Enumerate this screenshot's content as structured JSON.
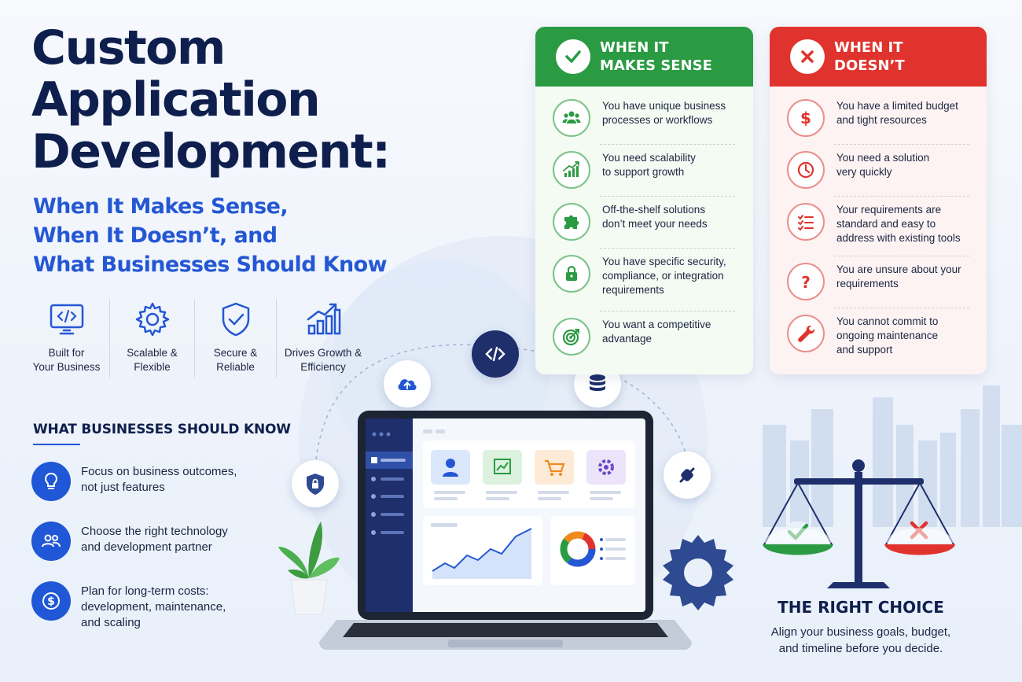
{
  "title": {
    "line1": "Custom",
    "line2": "Application",
    "line3": "Development:"
  },
  "subtitle": {
    "line1": "When It Makes Sense,",
    "line2": "When It Doesn’t, and",
    "line3": "What Businesses Should Know"
  },
  "features": [
    {
      "icon": "code-monitor-icon",
      "label_l1": "Built for",
      "label_l2": "Your Business"
    },
    {
      "icon": "gear-icon",
      "label_l1": "Scalable &",
      "label_l2": "Flexible"
    },
    {
      "icon": "shield-check-icon",
      "label_l1": "Secure &",
      "label_l2": "Reliable"
    },
    {
      "icon": "growth-chart-icon",
      "label_l1": "Drives Growth &",
      "label_l2": "Efficiency"
    }
  ],
  "know": {
    "heading": "WHAT BUSINESSES SHOULD KNOW",
    "items": [
      {
        "icon": "lightbulb-icon",
        "l1": "Focus on business outcomes,",
        "l2": "not just features",
        "l3": ""
      },
      {
        "icon": "people-icon",
        "l1": "Choose the right technology",
        "l2": "and development partner",
        "l3": ""
      },
      {
        "icon": "dollar-icon",
        "l1": "Plan for long-term costs:",
        "l2": "development, maintenance,",
        "l3": "and scaling"
      }
    ]
  },
  "sense": {
    "head_l1": "WHEN IT",
    "head_l2": "MAKES SENSE",
    "items": [
      {
        "icon": "team-icon",
        "l1": "You have unique business",
        "l2": "processes or workflows",
        "l3": ""
      },
      {
        "icon": "scalability-chart-icon",
        "l1": "You need scalability",
        "l2": "to support growth",
        "l3": ""
      },
      {
        "icon": "puzzle-icon",
        "l1": "Off-the-shelf solutions",
        "l2": "don’t meet your needs",
        "l3": ""
      },
      {
        "icon": "lock-icon",
        "l1": "You have specific security,",
        "l2": "compliance, or integration",
        "l3": "requirements"
      },
      {
        "icon": "target-icon",
        "l1": "You want a competitive",
        "l2": "advantage",
        "l3": ""
      }
    ]
  },
  "doesnt": {
    "head_l1": "WHEN IT",
    "head_l2": "DOESN’T",
    "items": [
      {
        "icon": "dollar-icon",
        "l1": "You have a limited budget",
        "l2": "and tight resources",
        "l3": ""
      },
      {
        "icon": "clock-icon",
        "l1": "You need a solution",
        "l2": "very quickly",
        "l3": ""
      },
      {
        "icon": "checklist-icon",
        "l1": "Your requirements are",
        "l2": "standard and easy to",
        "l3": "address with existing tools"
      },
      {
        "icon": "question-icon",
        "l1": "You are unsure about your",
        "l2": "requirements",
        "l3": ""
      },
      {
        "icon": "wrench-icon",
        "l1": "You cannot commit to",
        "l2": "ongoing maintenance",
        "l3": "and support"
      }
    ]
  },
  "choice": {
    "title": "THE RIGHT CHOICE",
    "l1": "Align your business goals, budget,",
    "l2": "and timeline before you decide."
  },
  "colors": {
    "navy": "#0f1f4d",
    "blue": "#2457d3",
    "green": "#2a9a43",
    "red": "#e0332d"
  }
}
